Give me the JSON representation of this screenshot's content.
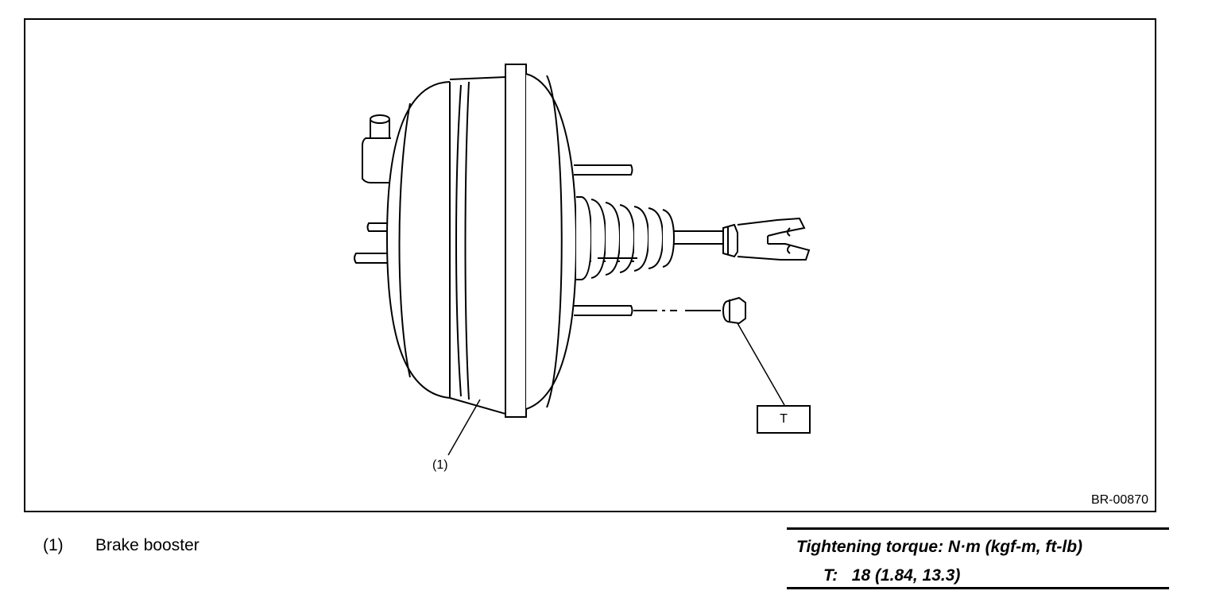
{
  "figure": {
    "id": "BR-00870",
    "callout_number": "(1)",
    "torque_callout": "T"
  },
  "legend": {
    "items": [
      {
        "number": "(1)",
        "label": "Brake booster"
      }
    ]
  },
  "torque_table": {
    "heading": "Tightening torque: N·m (kgf-m, ft-lb)",
    "rows": [
      {
        "key": "T:",
        "value": "18 (1.84, 13.3)"
      }
    ]
  }
}
